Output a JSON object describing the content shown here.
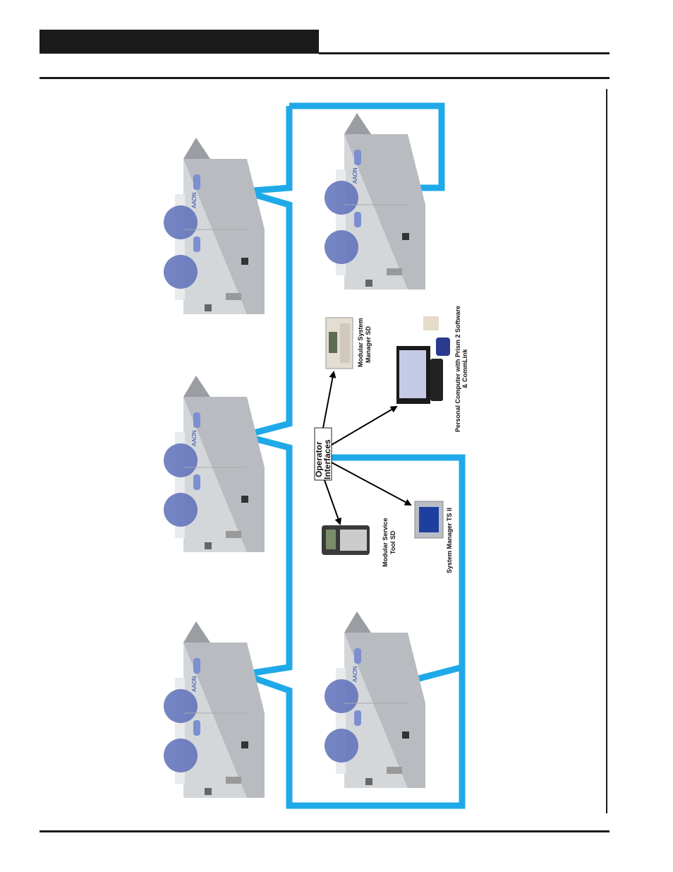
{
  "diagram": {
    "operator_label_line1": "Operator",
    "operator_label_line2": "Interfaces",
    "devices": {
      "msm_line1": "Modular System",
      "msm_line2": "Manager SD",
      "pc_line1": "Personal Computer with Prism 2 Software",
      "pc_line2": "& CommLink",
      "mst_line1": "Modular Service",
      "mst_line2": "Tool SD",
      "tsii": "System Manager TS II"
    },
    "unit_logo_text": "AAON",
    "colors": {
      "network": "#1fa9e8",
      "unit_body": "#c9ccd0",
      "unit_top": "#b3b6ba",
      "coil": "#5d6fb8",
      "arrow": "#000000"
    }
  }
}
